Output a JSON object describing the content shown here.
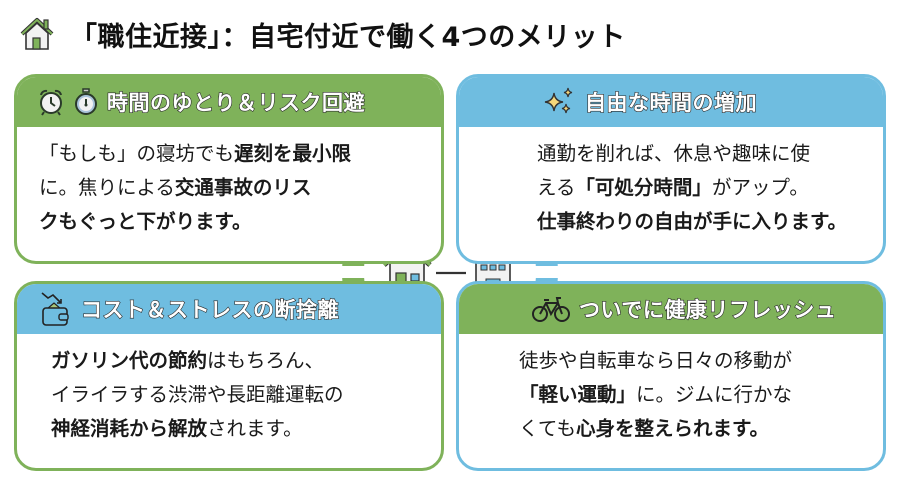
{
  "title": {
    "icon": "house-icon",
    "text": "「職住近接」：自宅付近で働く4つのメリット"
  },
  "colors": {
    "green": "#7fb25a",
    "blue": "#6fbde0"
  },
  "center": {
    "icons": [
      "house-icon",
      "connector-line",
      "office-building-icon"
    ]
  },
  "cards": [
    {
      "id": "time",
      "icons": [
        "alarm-clock-icon",
        "stopwatch-icon"
      ],
      "title": "時間のゆとり＆リスク回避",
      "body": [
        [
          {
            "t": "「もしも」の寝坊でも",
            "b": false
          },
          {
            "t": "遅刻を最小限",
            "b": true
          }
        ],
        [
          {
            "t": "に。焦りによる",
            "b": false
          },
          {
            "t": "交通事故のリス",
            "b": true
          }
        ],
        [
          {
            "t": "クもぐっと下がります。",
            "b": true
          }
        ]
      ]
    },
    {
      "id": "freedom",
      "icons": [
        "sparkles-icon"
      ],
      "title": "自由な時間の増加",
      "body": [
        [
          {
            "t": "通勤を削れば、休息や趣味に使",
            "b": false
          }
        ],
        [
          {
            "t": "える",
            "b": false
          },
          {
            "t": "「可処分時間」",
            "b": true
          },
          {
            "t": "がアップ。",
            "b": false
          }
        ],
        [
          {
            "t": "仕事終わりの自由が手に入ります。",
            "b": true
          }
        ]
      ]
    },
    {
      "id": "cost",
      "icons": [
        "wallet-savings-icon"
      ],
      "title": "コスト＆ストレスの断捨離",
      "body": [
        [
          {
            "t": "ガソリン代の節約",
            "b": true
          },
          {
            "t": "はもちろん、",
            "b": false
          }
        ],
        [
          {
            "t": "イライラする渋滞や長距離運転の",
            "b": false
          }
        ],
        [
          {
            "t": "神経消耗から解放",
            "b": true
          },
          {
            "t": "されます。",
            "b": false
          }
        ]
      ]
    },
    {
      "id": "health",
      "icons": [
        "bicycle-icon"
      ],
      "title": "ついでに健康リフレッシュ",
      "body": [
        [
          {
            "t": "徒歩や自転車なら日々の移動が",
            "b": false
          }
        ],
        [
          {
            "t": "「軽い運動」",
            "b": true
          },
          {
            "t": "に。ジムに行かな",
            "b": false
          }
        ],
        [
          {
            "t": "くても",
            "b": false
          },
          {
            "t": "心身を整えられます。",
            "b": true
          }
        ]
      ]
    }
  ]
}
